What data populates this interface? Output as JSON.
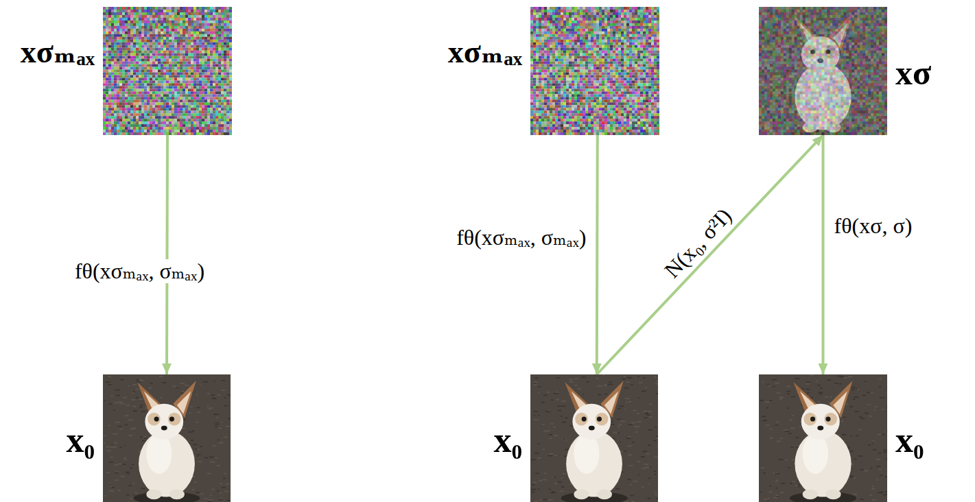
{
  "diagram": {
    "nodes": [
      {
        "text": [
          "xσₘₐₓ"
        ]
      },
      {
        "text": [
          "x₀"
        ]
      },
      {
        "text": [
          "xσₘₐₓ"
        ]
      },
      {
        "text": [
          "x₀"
        ]
      },
      {
        "text": [
          "xσ"
        ]
      },
      {
        "text": [
          "x₀"
        ]
      }
    ],
    "edges": [
      {
        "from": 0,
        "to": 1,
        "arrow": "to",
        "label": "fθ(xσₘₐₓ, σₘₐₓ)"
      },
      {
        "from": 2,
        "to": 3,
        "arrow": "to",
        "label": "fθ(xσₘₐₓ, σₘₐₓ)"
      },
      {
        "from": 3,
        "to": 4,
        "arrow": "to",
        "label": "N(x₀, σ²I)"
      },
      {
        "from": 4,
        "to": 5,
        "arrow": "to",
        "label": "fθ(xσ, σ)"
      }
    ]
  }
}
